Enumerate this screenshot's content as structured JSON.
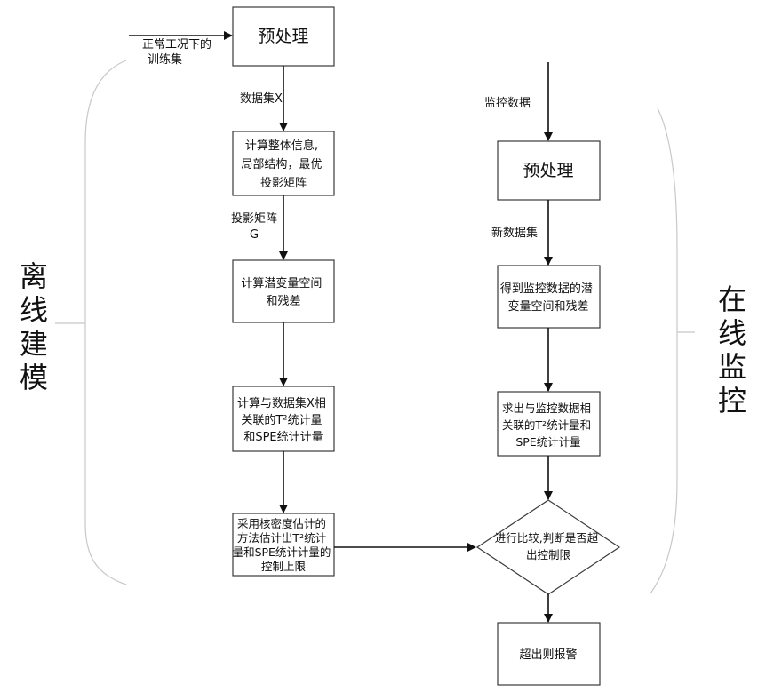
{
  "offline_section": {
    "label_chars": [
      "离",
      "线",
      "建",
      "模"
    ]
  },
  "online_section": {
    "label_chars": [
      "在",
      "线",
      "监",
      "控"
    ]
  },
  "offline": {
    "input_label_lines": [
      "正常工况下的",
      "训练集"
    ],
    "box_preprocess": [
      "预处理"
    ],
    "edge_dataset_x": [
      "数据集X"
    ],
    "box_compute_info": [
      "计算整体信息,",
      "局部结构，最优",
      "投影矩阵"
    ],
    "edge_projection_g": [
      "投影矩阵",
      "G"
    ],
    "box_latent_residual": [
      "计算潜变量空间",
      "和残差"
    ],
    "box_statistics": [
      "计算与数据集X相",
      "关联的T²统计量",
      "和SPE统计计量"
    ],
    "box_control_limit": [
      "采用核密度估计的",
      "方法估计出T²统计",
      "量和SPE统计计量的",
      "控制上限"
    ]
  },
  "online": {
    "input_label": [
      "监控数据"
    ],
    "box_preprocess": [
      "预处理"
    ],
    "edge_new_dataset": [
      "新数据集"
    ],
    "box_latent_residual": [
      "得到监控数据的潜",
      "变量空间和残差"
    ],
    "box_statistics": [
      "求出与监控数据相",
      "关联的T²统计量和",
      "SPE统计计量"
    ],
    "decision": [
      "进行比较,判断是否超",
      "出控制限"
    ],
    "box_alarm": [
      "超出则报警"
    ]
  }
}
